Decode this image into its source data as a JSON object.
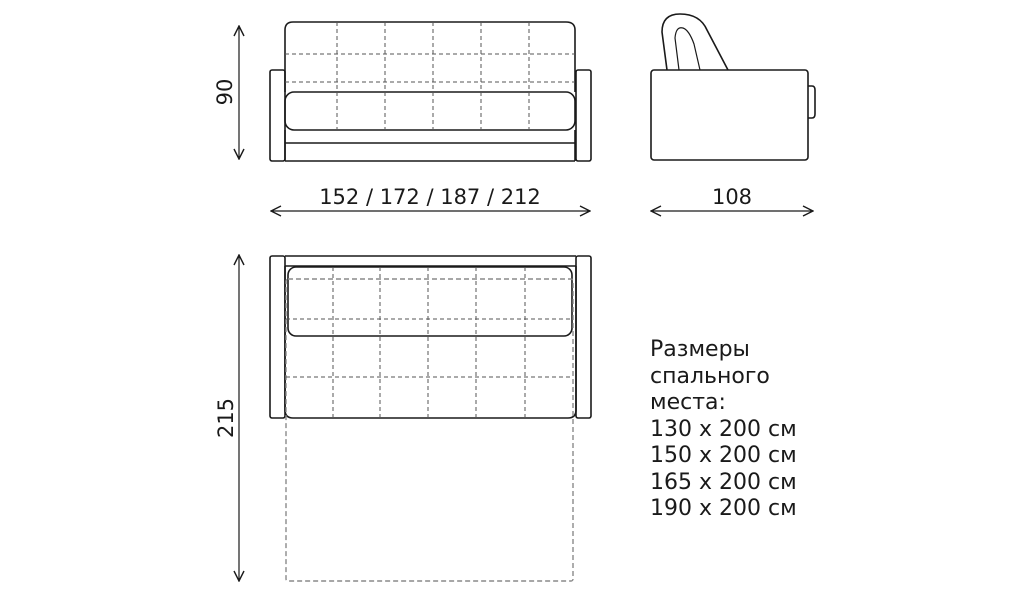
{
  "dimensions": {
    "height": "90",
    "width": "152 / 172 / 187 / 212",
    "depth": "108",
    "unfolded_length": "215"
  },
  "sleeping_area": {
    "heading_lines": [
      "Размеры",
      "спального",
      "места:"
    ],
    "sizes": [
      "130 x 200 см",
      "150 x 200 см",
      "165 x 200 см",
      "190 x 200 см"
    ]
  },
  "colors": {
    "stroke": "#1a1a1a",
    "dashed": "#555555",
    "dashed_light": "#8a8a8a"
  }
}
